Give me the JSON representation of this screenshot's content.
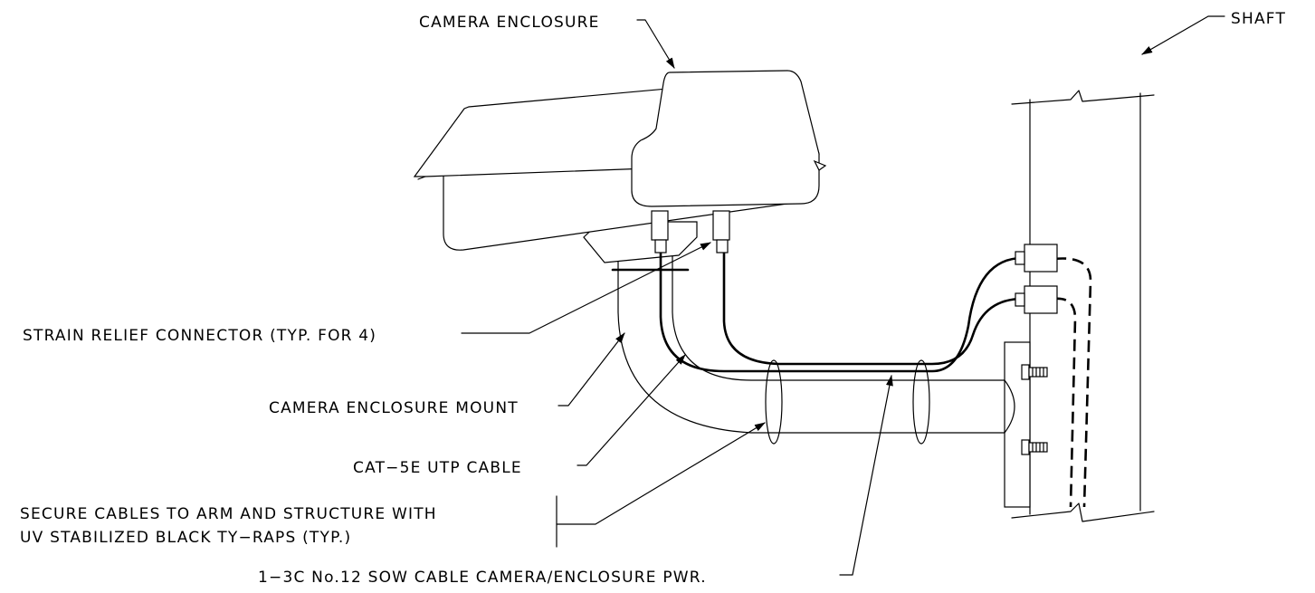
{
  "labels": {
    "camera_enclosure": "CAMERA ENCLOSURE",
    "shaft": "SHAFT",
    "strain_relief": "STRAIN RELIEF CONNECTOR (TYP. FOR 4)",
    "enclosure_mount": "CAMERA ENCLOSURE MOUNT",
    "cat5e": "CAT−5E UTP CABLE",
    "secure_line1": "SECURE CABLES TO ARM AND STRUCTURE WITH",
    "secure_line2": "UV STABILIZED BLACK TY−RAPS (TYP.)",
    "sow_cable": "1−3C No.12 SOW CABLE CAMERA/ENCLOSURE PWR."
  }
}
